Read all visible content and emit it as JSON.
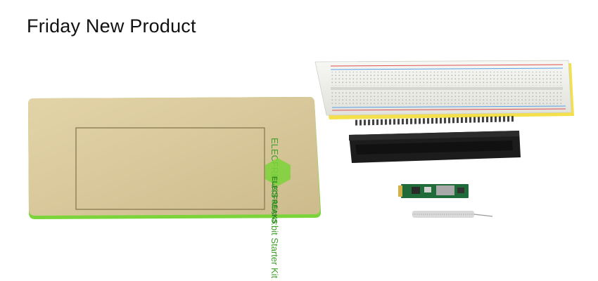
{
  "header": {
    "title": "Friday New Product"
  },
  "products": {
    "base_plate": {
      "printed_text": "ELECFREAKS Micro:bit Starter Kit",
      "logo_text": "ELECFREAKS",
      "color": "#d8c79a",
      "edge_color": "#7bd43a"
    },
    "breadboard": {
      "color": "#f2f2ee",
      "rail_red": "#e05050",
      "rail_blue": "#5aa0e6",
      "base_color": "#f4e04a"
    },
    "edge_connector": {
      "color": "#1c1c1c"
    },
    "rf_module": {
      "color": "#1f6b3a"
    },
    "antenna_spring": {
      "color": "#b8b8b8"
    }
  }
}
